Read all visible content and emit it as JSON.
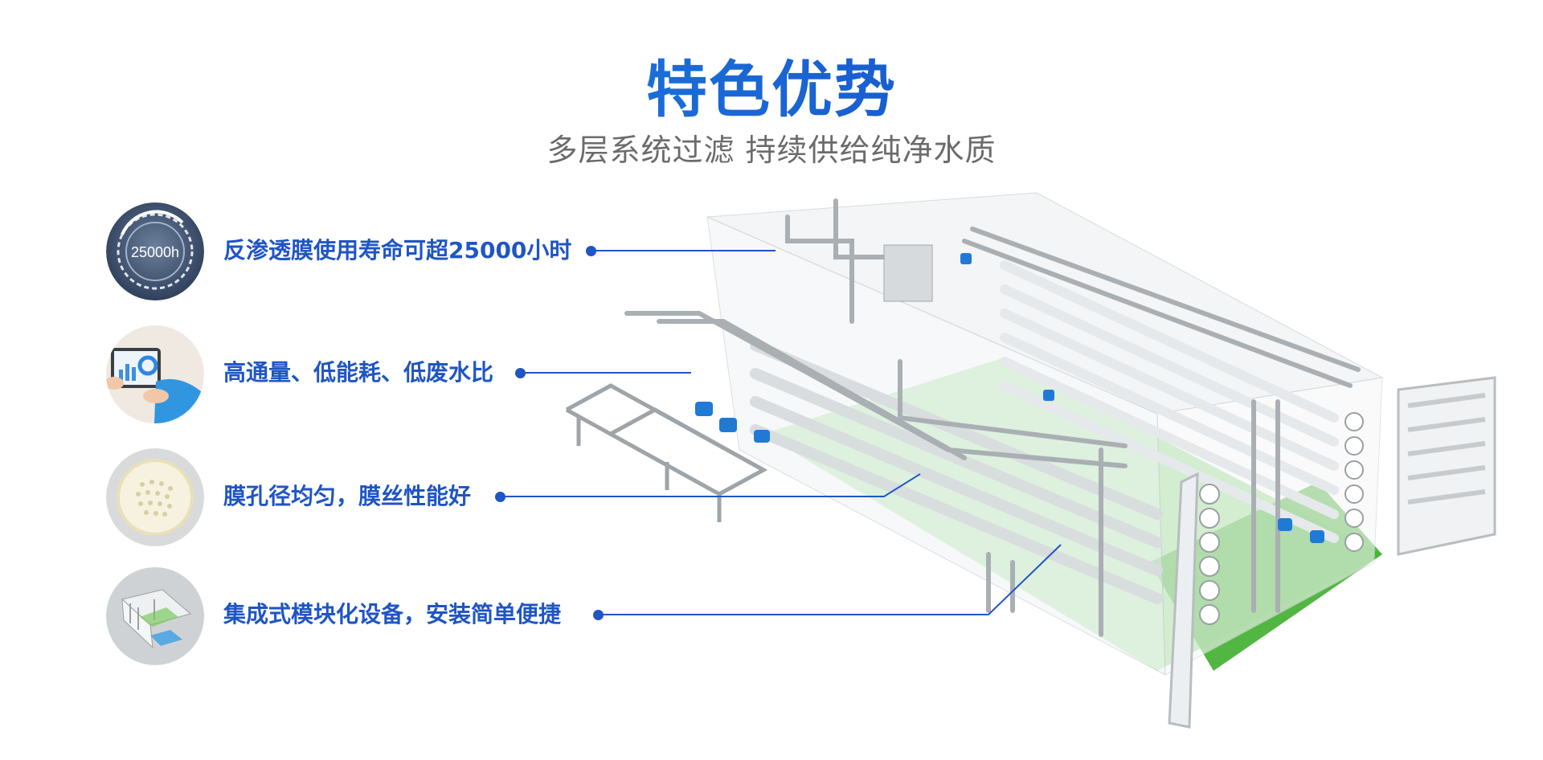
{
  "header": {
    "title": "特色优势",
    "subtitle": "多层系统过滤 持续供给纯净水质"
  },
  "features": [
    {
      "label": "反渗透膜使用寿命可超25000小时",
      "icon": "lifetime-gauge-icon",
      "badge": "25000h"
    },
    {
      "label": "高通量、低能耗、低废水比",
      "icon": "tablet-analytics-icon"
    },
    {
      "label": "膜孔径均匀，膜丝性能好",
      "icon": "membrane-fiber-icon"
    },
    {
      "label": "集成式模块化设备，安装简单便捷",
      "icon": "modular-equipment-icon"
    }
  ],
  "colors": {
    "accent": "#1f55c4",
    "title_gradient_start": "#18a0ef",
    "title_gradient_end": "#1637b8",
    "subtitle": "#6b6b6b",
    "floor_green": "#4fc23a"
  }
}
